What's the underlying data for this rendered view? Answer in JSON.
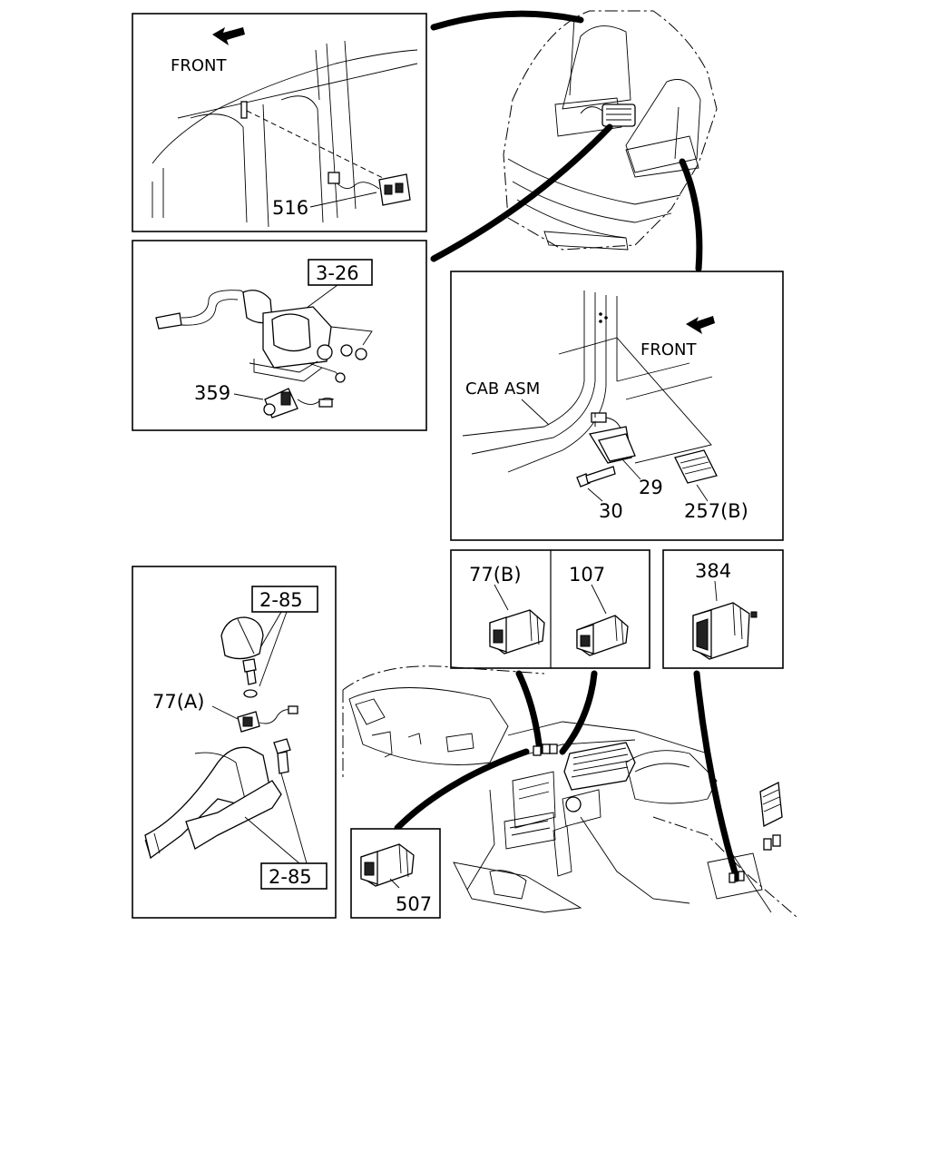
{
  "labels": {
    "front_top": "FRONT",
    "front_right": "FRONT",
    "cab_asm": "CAB ASM",
    "p516": "516",
    "p3_26": "3-26",
    "p359": "359",
    "p29": "29",
    "p30": "30",
    "p257b": "257(B)",
    "p77b": "77(B)",
    "p107": "107",
    "p384": "384",
    "p2_85_top": "2-85",
    "p77a": "77(A)",
    "p2_85_bottom": "2-85",
    "p507": "507"
  },
  "icons": [
    "front-arrow-icon",
    "switch-icon",
    "connector-icon",
    "bolt-icon"
  ]
}
